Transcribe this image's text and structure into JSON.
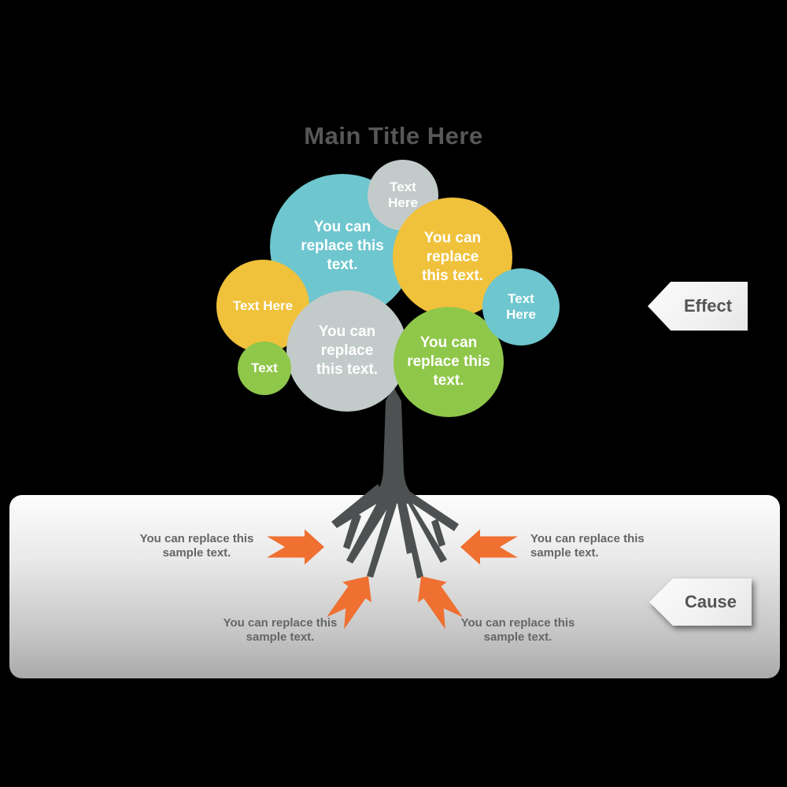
{
  "title": "Main Title Here",
  "tree": {
    "trunk_color": "#4E5151",
    "bubbles": [
      {
        "id": "teal-large",
        "label": "You can replace this text.",
        "color": "#6EC6CF"
      },
      {
        "id": "gray-top",
        "label": "Text Here",
        "color": "#C2CBCA"
      },
      {
        "id": "yellow-large",
        "label": "You can replace this text.",
        "color": "#F0C13B"
      },
      {
        "id": "yellow-left",
        "label": "Text Here",
        "color": "#F0C13B"
      },
      {
        "id": "gray-center",
        "label": "You can replace this text.",
        "color": "#C2CBCA"
      },
      {
        "id": "green-small",
        "label": "Text",
        "color": "#8FC74A"
      },
      {
        "id": "green-large",
        "label": "You can replace this text.",
        "color": "#8FC74A"
      },
      {
        "id": "teal-small",
        "label": "Text Here",
        "color": "#6EC6CF"
      }
    ]
  },
  "effect_tag": {
    "label": "Effect"
  },
  "cause_tag": {
    "label": "Cause"
  },
  "causes": {
    "arrow_color": "#EF7031",
    "labels": [
      {
        "text": "You can replace this sample text."
      },
      {
        "text": "You can replace this sample text."
      },
      {
        "text": "You can replace this sample text."
      },
      {
        "text": "You can replace this sample text."
      }
    ]
  },
  "colors": {
    "background": "#000000",
    "title_text": "#575757",
    "label_text": "#666666",
    "bubble_text": "#FFFFFF",
    "tag_text": "#555555",
    "tag_background": "#F5F5F5",
    "ground_band_top": "#FDFDFD",
    "ground_band_bottom": "#AAAAAA"
  }
}
